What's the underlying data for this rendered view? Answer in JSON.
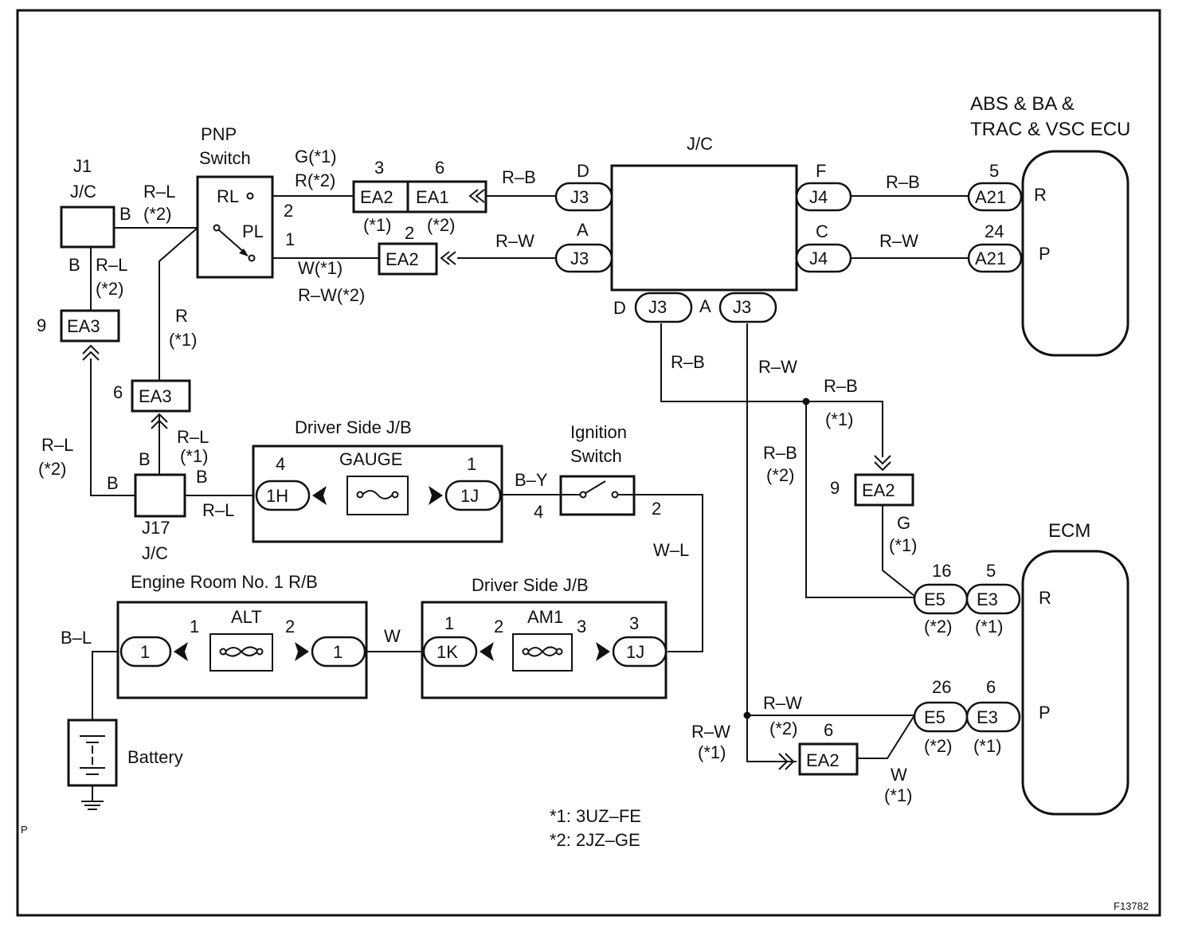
{
  "components": {
    "j1_ref": "J1",
    "j1_jc": "J/C",
    "pnp_line1": "PNP",
    "pnp_line2": "Switch",
    "pnp_rl": "RL",
    "pnp_pl": "PL",
    "jc_main": "J/C",
    "abs_line1": "ABS & BA &",
    "abs_line2": "TRAC & VSC ECU",
    "ecm": "ECM",
    "j17_ref": "J17",
    "j17_jc": "J/C",
    "driver_jb_top": "Driver Side J/B",
    "gauge": "GAUGE",
    "ignition_line1": "Ignition",
    "ignition_line2": "Switch",
    "engine_rb": "Engine Room No. 1 R/B",
    "alt": "ALT",
    "driver_jb_bottom": "Driver Side J/B",
    "am1": "AM1",
    "battery": "Battery"
  },
  "connectors": {
    "ea2_top": "EA2",
    "ea1_top": "EA1",
    "ea2_mid": "EA2",
    "ea3_left": "EA3",
    "ea3_mid": "EA3",
    "ea2_right": "EA2",
    "ea2_bottom": "EA2",
    "j3_d": "J3",
    "j3_a": "J3",
    "j3_bd": "J3",
    "j3_ba": "J3",
    "j4_f": "J4",
    "j4_c": "J4",
    "a21_r": "A21",
    "a21_p": "A21",
    "e5_r": "E5",
    "e3_r": "E3",
    "e5_p": "E5",
    "e3_p": "E3",
    "c_1h": "1H",
    "c_1j_top": "1J",
    "c_1_left": "1",
    "c_1_right": "1",
    "c_1k": "1K",
    "c_1j_bot": "1J"
  },
  "pins": {
    "pnp_2": "2",
    "pnp_1": "1",
    "ea2_3": "3",
    "ea1_6": "6",
    "ea2_2": "2",
    "ea3_9": "9",
    "ea3_6": "6",
    "jc_d_left": "D",
    "jc_a_left": "A",
    "jc_f": "F",
    "jc_c": "C",
    "jc_d_bot": "D",
    "jc_a_bot": "A",
    "a21_5": "5",
    "a21_24": "24",
    "abs_r": "R",
    "abs_p": "P",
    "ea2_9": "9",
    "e5_16": "16",
    "e3_5": "5",
    "e5_26": "26",
    "e3_6": "6",
    "ecm_r": "R",
    "ecm_p": "P",
    "ea2_6": "6",
    "gauge_4": "4",
    "gauge_1": "1",
    "ign_4": "4",
    "ign_2": "2",
    "alt_1": "1",
    "alt_2": "2",
    "am1_1": "1",
    "am1_2": "2",
    "am1_3": "3",
    "page_p": "P"
  },
  "wires": {
    "w_b_j1": "B",
    "w_rl_top": "R–L",
    "w_rl_top_v": "(*2)",
    "w_b_left": "B",
    "w_rl_left": "R–L",
    "w_rl_left_v": "(*2)",
    "w_r": "R",
    "w_r_v": "(*1)",
    "w_rl_low": "R–L",
    "w_rl_low_v": "(*2)",
    "w_rl_mid": "R–L",
    "w_rl_mid_v": "(*1)",
    "w_b_j17_top": "B",
    "w_b_j17_left": "B",
    "w_b_j17_right": "B",
    "w_rl_j17": "R–L",
    "w_g1": "G(*1)",
    "w_r2": "R(*2)",
    "w_ea2_v1": "(*1)",
    "w_ea1_v2": "(*2)",
    "w_w1": "W(*1)",
    "w_rw2": "R–W(*2)",
    "w_rb_top": "R–B",
    "w_rw_top": "R–W",
    "w_rb_right": "R–B",
    "w_rw_right": "R–W",
    "w_rb_down": "R–B",
    "w_rw_down": "R–W",
    "w_rb_ea2": "R–B",
    "w_rb_ea2_v": "(*1)",
    "w_rb_e5": "R–B",
    "w_rb_e5_v": "(*2)",
    "w_g": "G",
    "w_g_v": "(*1)",
    "w_rw_e5": "R–W",
    "w_rw_e5_v": "(*2)",
    "w_rw_ea2": "R–W",
    "w_rw_ea2_v": "(*1)",
    "w_w_ea2": "W",
    "w_w_ea2_v": "(*1)",
    "w_e5_v2_r": "(*2)",
    "w_e3_v1_r": "(*1)",
    "w_e5_v2_p": "(*2)",
    "w_e3_v1_p": "(*1)",
    "w_by": "B–Y",
    "w_wl": "W–L",
    "w_bl": "B–L",
    "w_w": "W"
  },
  "notes": {
    "note1": "*1: 3UZ–FE",
    "note2": "*2: 2JZ–GE",
    "figure_id": "F13782"
  }
}
